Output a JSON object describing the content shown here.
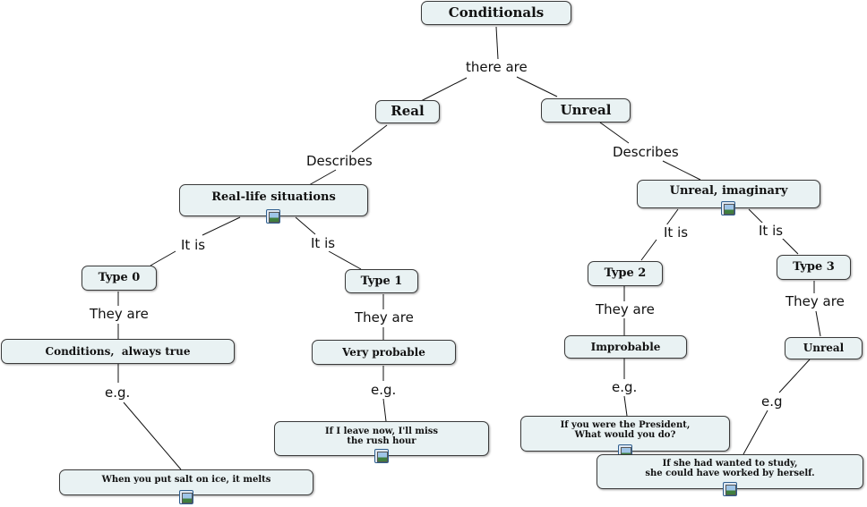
{
  "nodes": {
    "conditionals": "Conditionals",
    "real": "Real",
    "unreal": "Unreal",
    "real_life": "Real-life situations",
    "unreal_imaginary": "Unreal, imaginary",
    "type0": "Type 0",
    "type1": "Type 1",
    "type2": "Type 2",
    "type3": "Type 3",
    "cond_always_true": "Conditions,  always true",
    "very_probable": "Very probable",
    "improbable": "Improbable",
    "unreal_result": "Unreal",
    "ex0": "When you put salt on ice, it melts",
    "ex1_line1": "If I leave now, I'll miss",
    "ex1_line2": "the rush hour",
    "ex2_line1": "If you were the President,",
    "ex2_line2": "What would you do?",
    "ex3_line1": "If she had wanted to study,",
    "ex3_line2": "she could have worked by herself."
  },
  "labels": {
    "there_are": "there are",
    "describes_left": "Describes",
    "describes_right": "Describes",
    "it_is_0": "It is",
    "it_is_1": "It is",
    "it_is_2": "It is",
    "it_is_3": "It is",
    "they_are_0": "They are",
    "they_are_1": "They are",
    "they_are_2": "They are",
    "they_are_3": "They are",
    "eg_0": "e.g.",
    "eg_1": "e.g.",
    "eg_2": "e.g.",
    "eg_3": "e.g"
  },
  "icons": [
    "image-attachment-icon"
  ]
}
